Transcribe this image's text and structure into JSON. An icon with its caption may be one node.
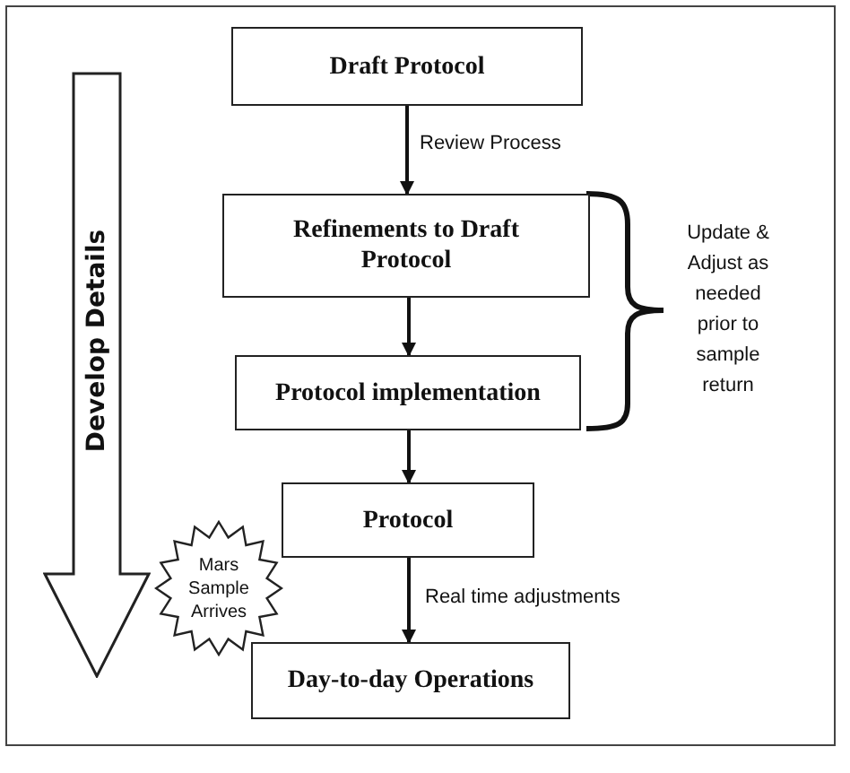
{
  "diagram": {
    "nodes": [
      {
        "text": [
          "Draft Protocol"
        ]
      },
      {
        "text": [
          "Develop Details"
        ]
      },
      {
        "text": [
          "Refinements to Draft Protocol"
        ]
      },
      {
        "text": [
          "Protocol implementation"
        ]
      },
      {
        "text": [
          "Protocol"
        ]
      },
      {
        "text": [
          "Mars Sample Arrives"
        ]
      },
      {
        "text": [
          "Day-to-day Operations"
        ]
      }
    ],
    "edges": [
      {
        "from": 0,
        "to": 2,
        "arrow": "to",
        "label": "Review Process"
      },
      {
        "from": 2,
        "to": 3,
        "arrow": "to"
      },
      {
        "from": 3,
        "to": 4,
        "arrow": "to"
      },
      {
        "from": 4,
        "to": 6,
        "arrow": "to",
        "label": "Real time adjustments"
      }
    ],
    "labels": [
      "Update & Adjust as needed prior to sample return"
    ]
  }
}
